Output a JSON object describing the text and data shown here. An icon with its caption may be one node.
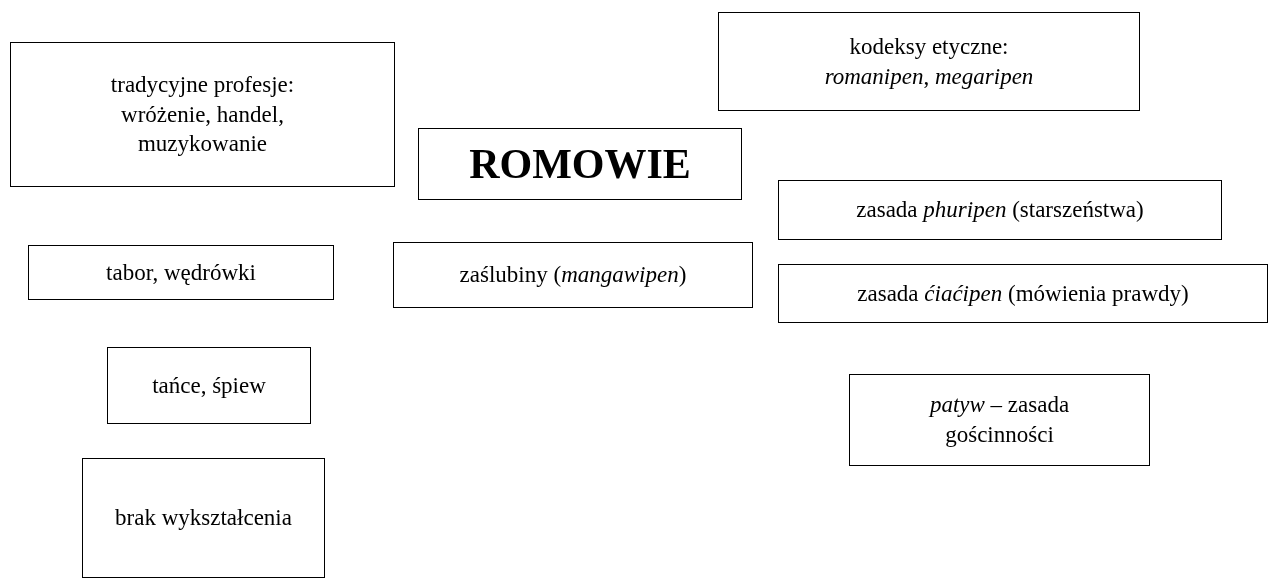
{
  "diagram": {
    "nodes": [
      {
        "text": [
          "tradycyjne profesje: wróżenie, handel, muzykowanie"
        ]
      },
      {
        "text": [
          "kodeksy etyczne: *romanipen*, *megaripen*"
        ]
      },
      {
        "text": [
          "ROMOWIE"
        ]
      },
      {
        "text": [
          "zasada *phuripen* (starszeństwa)"
        ]
      },
      {
        "text": [
          "tabor, wędrówki"
        ]
      },
      {
        "text": [
          "zaślubiny (*mangawipen*)"
        ]
      },
      {
        "text": [
          "zasada *ćiaćipen* (mówienia prawdy)"
        ]
      },
      {
        "text": [
          "tańce, śpiew"
        ]
      },
      {
        "text": [
          "*patyw* – zasada gościnności"
        ]
      },
      {
        "text": [
          "brak wykształcenia"
        ]
      }
    ],
    "edges": []
  }
}
